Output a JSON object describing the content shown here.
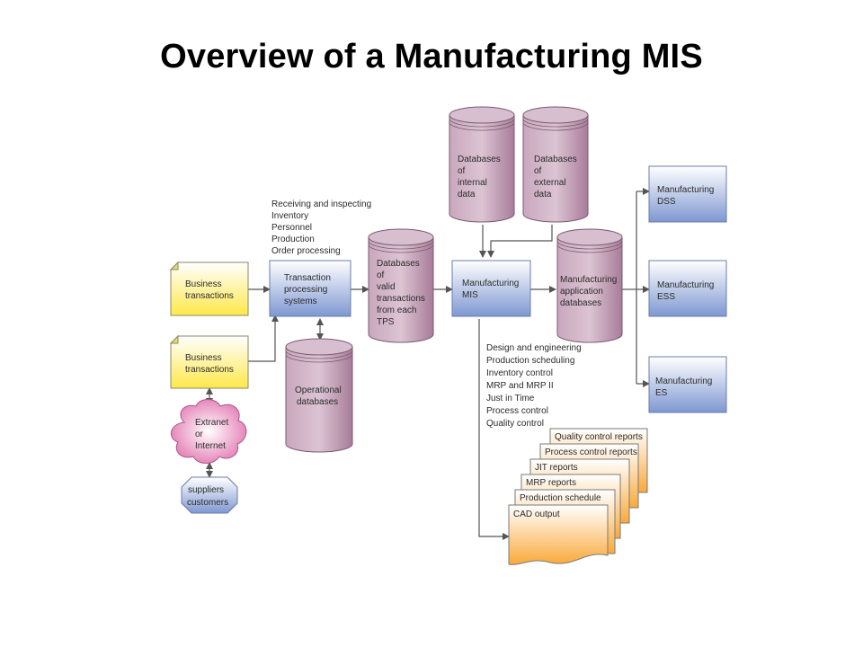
{
  "title": "Overview of a Manufacturing MIS",
  "colors": {
    "note_fill": "#ffee7a",
    "process_fill": "#8fa6d6",
    "database_fill": "#b58aa6",
    "cloud_fill": "#e98fbd",
    "octagon_fill": "#8fa6d6",
    "report_fill": "#fbbf6b",
    "arrow": "#555555"
  },
  "business_transactions_1": [
    "Business",
    "transactions"
  ],
  "business_transactions_2": [
    "Business",
    "transactions"
  ],
  "tps_activities": [
    "Receiving and inspecting",
    "Inventory",
    "Personnel",
    "Production",
    "Order processing"
  ],
  "tps": [
    "Transaction",
    "processing",
    "systems"
  ],
  "operational_db": [
    "Operational",
    "databases"
  ],
  "valid_db": [
    "Databases",
    "of",
    "valid",
    "transactions",
    "from each",
    "TPS"
  ],
  "internal_db": [
    "Databases",
    "of",
    "internal",
    "data"
  ],
  "external_db": [
    "Databases",
    "of",
    "external",
    "data"
  ],
  "manufacturing_mis": [
    "Manufacturing",
    "MIS"
  ],
  "app_db": [
    "Manufacturing",
    "application",
    "databases"
  ],
  "dss": [
    "Manufacturing",
    "DSS"
  ],
  "ess": [
    "Manufacturing",
    "ESS"
  ],
  "es": [
    "Manufacturing",
    "ES"
  ],
  "cloud": [
    "Extranet",
    "or",
    "Internet"
  ],
  "suppliers": [
    "suppliers",
    "customers"
  ],
  "mis_functions": [
    "Design and engineering",
    "Production scheduling",
    "Inventory control",
    "MRP and MRP II",
    "Just in Time",
    "Process control",
    "Quality control"
  ],
  "reports": [
    "Quality control reports",
    "Process control reports",
    "JIT reports",
    "MRP reports",
    "Production schedule",
    "CAD output"
  ]
}
